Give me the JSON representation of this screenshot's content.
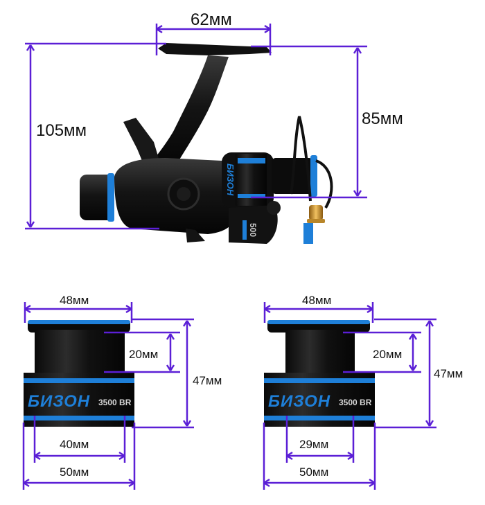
{
  "reel": {
    "width_label": "62мм",
    "height_label": "105мм",
    "handle_label": "85мм",
    "rotor_text": "БИЗОН",
    "side_text": "500"
  },
  "spool_left": {
    "top_label": "48мм",
    "lip_label": "20мм",
    "height_label": "47мм",
    "inner_label": "40мм",
    "bottom_label": "50мм",
    "brand_text": "БИЗОН",
    "model_text": "3500 BR"
  },
  "spool_right": {
    "top_label": "48мм",
    "lip_label": "20мм",
    "height_label": "47мм",
    "inner_label": "29мм",
    "bottom_label": "50мм",
    "brand_text": "БИЗОН",
    "model_text": "3500 BR"
  },
  "colors": {
    "dimension_line": "#5b1fd6",
    "reel_body": "#141414",
    "accent_blue": "#1e7fd8",
    "knob_gold": "#c8962a"
  }
}
